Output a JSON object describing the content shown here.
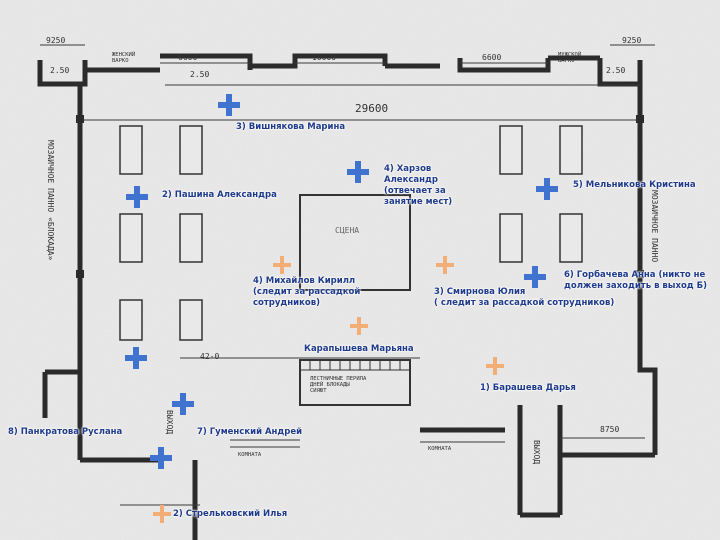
{
  "colors": {
    "blue_marker": "#3f73cf",
    "orange_marker": "#f2ae74",
    "label_text": "#1e3a8a"
  },
  "plan_text": {
    "dim_top_left": "9250",
    "dim_top_right": "9250",
    "dim_width": "29600",
    "dim_b1": "6600",
    "dim_b2": "10000",
    "dim_b3": "6600",
    "dim_small_left": "2.50",
    "dim_small_mid": "2.50",
    "dim_small_right": "2.50",
    "dim_bottom_right": "8750",
    "dim_bottom_mid": "42-0",
    "room_top_left": "ЖЕНСКИЙ\nВАРКО",
    "room_top_right": "МУЖСКОЙ\nВАРКО",
    "room_bottom_left": "КОМНАТА",
    "room_bottom_right": "КОМНАТА",
    "scene": "СЦЕНА",
    "left_wall_text": "МОЗАИЧНОЕ ПАННО «БЛОКАДА»",
    "right_wall_text": "МОЗАИЧНОЕ ПАННО",
    "exit_left": "ВЫХОД",
    "exit_right": "ВЫХОД",
    "balcony": "ЛЕСТНИЧНЫЕ ПЕРИЛА\nДНЕЙ БЛОКАДЫ\nСИЯЮТ"
  },
  "labels": [
    {
      "text": "3) Вишнякова Марина",
      "marker": "blue"
    },
    {
      "text": "2) Пашина Александра",
      "marker": "blue"
    },
    {
      "text": "4) Харзов\nАлександр\n(отвечает за\nзанятие мест)",
      "marker": "blue"
    },
    {
      "text": "5) Мельникова Кристина",
      "marker": "blue"
    },
    {
      "text": "4) Михайлов Кирилл\n(следит за рассадкой\nсотрудников)",
      "marker": "orange"
    },
    {
      "text": "3) Смирнова Юлия\n( следит за рассадкой сотрудников)",
      "marker": "orange"
    },
    {
      "text": "6) Горбачева Анна (никто не\nдолжен заходить в выход Б)",
      "marker": "blue"
    },
    {
      "text": "Карапышева Марьяна",
      "marker": "orange"
    },
    {
      "text": "1) Барашева Дарья",
      "marker": "orange"
    },
    {
      "text": "8) Панкратова Руслана",
      "marker": "blue"
    },
    {
      "text": "7) Гуменский Андрей",
      "marker": "blue"
    },
    {
      "text": "2) Стрельковский Илья",
      "marker": "orange"
    }
  ]
}
